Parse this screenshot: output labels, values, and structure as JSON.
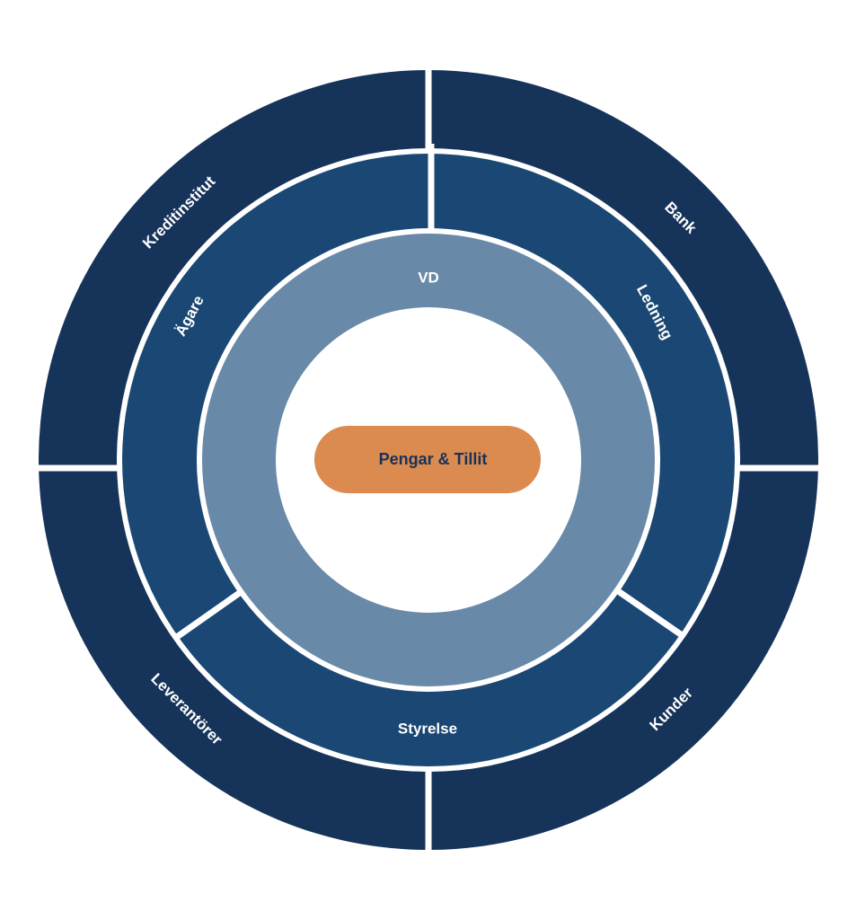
{
  "colors": {
    "outer": "#16335A",
    "middle": "#1A4773",
    "inner": "#6889A8",
    "pill": "#DB8A50",
    "pill_text": "#16335A",
    "divider": "#FFFFFF"
  },
  "outer_ring": {
    "top_left": "Kreditinstitut",
    "top_right": "Bank",
    "bottom_left": "Leverantörer",
    "bottom_right": "Kunder"
  },
  "middle_ring": {
    "left": "Ägare",
    "right": "Ledning",
    "bottom": "Styrelse"
  },
  "inner_ring": {
    "top": "VD"
  },
  "center": {
    "label": "Pengar & Tillit"
  }
}
